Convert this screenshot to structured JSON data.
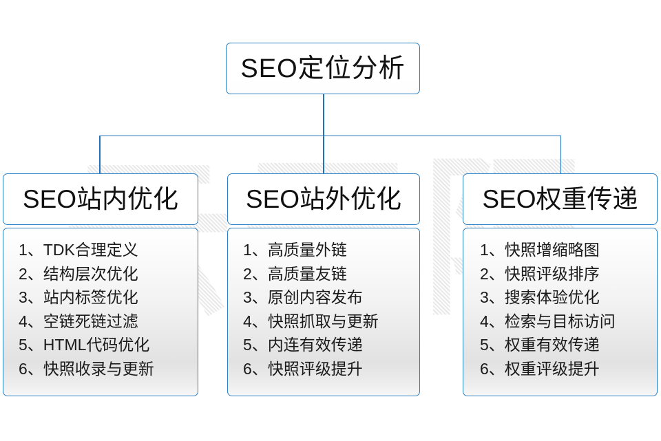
{
  "diagram": {
    "root": {
      "label": "SEO定位分析"
    },
    "accent_color": "#2b7fc4",
    "watermark": {
      "text": "云无限"
    },
    "columns": [
      {
        "id": "on-site",
        "header": "SEO站内优化",
        "items": [
          "1、TDK合理定义",
          "2、结构层次优化",
          "3、站内标签优化",
          "4、空链死链过滤",
          "5、HTML代码优化",
          "6、快照收录与更新"
        ]
      },
      {
        "id": "off-site",
        "header": "SEO站外优化",
        "items": [
          "1、高质量外链",
          "2、高质量友链",
          "3、原创内容发布",
          "4、快照抓取与更新",
          "5、内连有效传递",
          "6、快照评级提升"
        ]
      },
      {
        "id": "weight-transfer",
        "header": "SEO权重传递",
        "items": [
          "1、快照增缩略图",
          "2、快照评级排序",
          "3、搜索体验优化",
          "4、检索与目标访问",
          "5、权重有效传递",
          "6、权重评级提升"
        ]
      }
    ]
  }
}
